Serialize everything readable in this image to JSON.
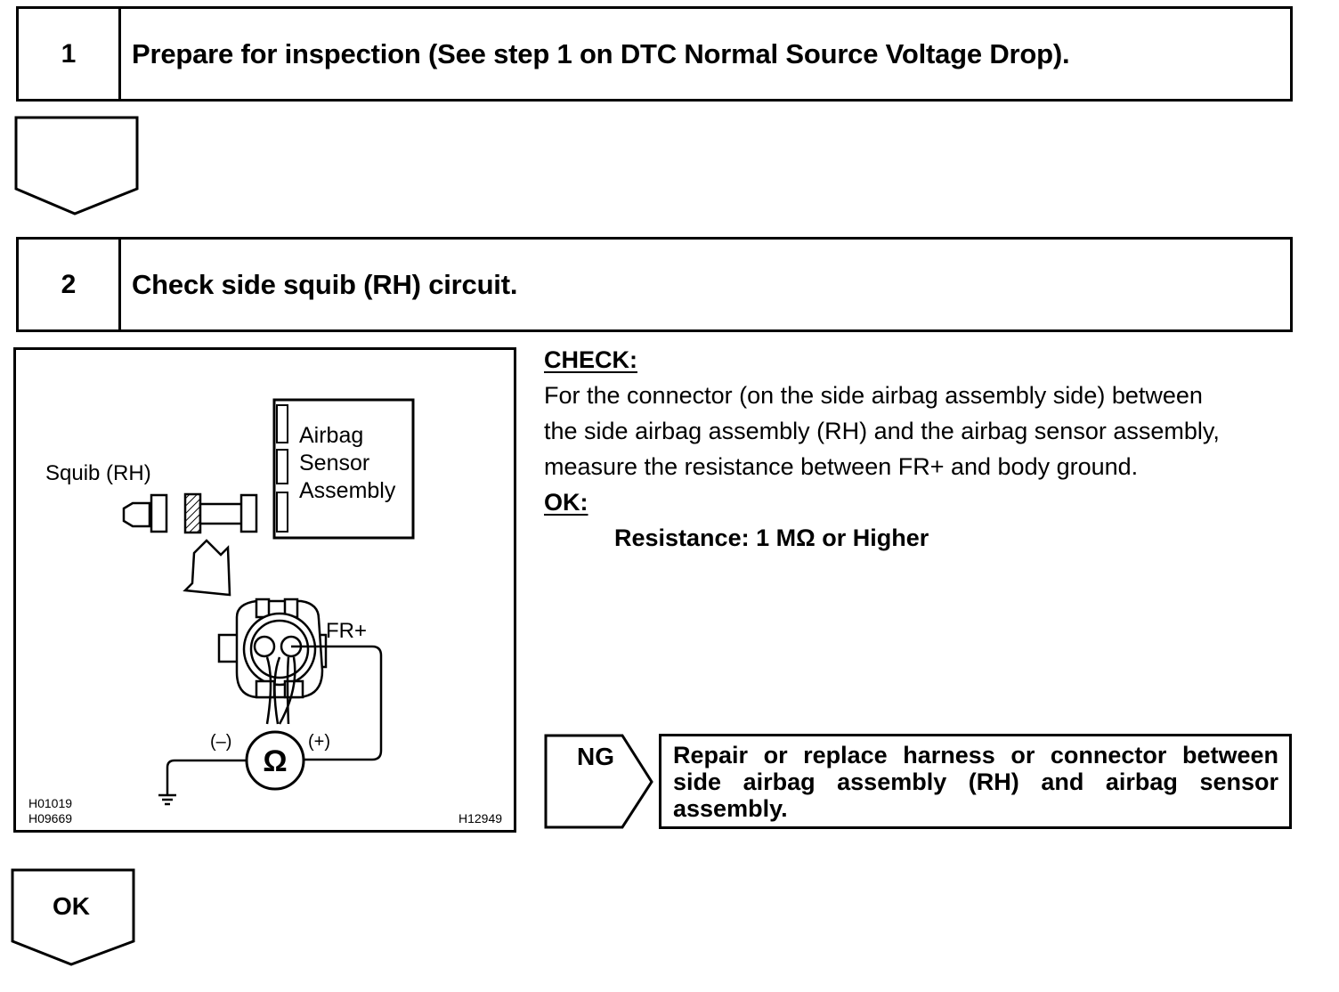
{
  "steps": [
    {
      "number": "1",
      "title": "Prepare for inspection (See step 1 on DTC Normal Source Voltage Drop)."
    },
    {
      "number": "2",
      "title": "Check side squib (RH) circuit."
    }
  ],
  "diagram": {
    "squib_label": "Squib (RH)",
    "sensor_label_1": "Airbag",
    "sensor_label_2": "Sensor",
    "sensor_label_3": "Assembly",
    "terminal_label": "FR+",
    "minus_label": "(–)",
    "plus_label": "(+)",
    "ohm_symbol": "Ω",
    "code_1": "H01019",
    "code_2": "H09669",
    "code_3": "H12949"
  },
  "check": {
    "heading": "CHECK:",
    "line_1": "For the connector (on the side airbag assembly side) between",
    "line_2": "the side airbag assembly (RH) and the airbag sensor assembly,",
    "line_3": "measure the resistance between FR+ and body ground.",
    "ok_heading": "OK:",
    "ok_value": "Resistance: 1 MΩ or Higher"
  },
  "ng": {
    "label": "NG",
    "action": "Repair or replace harness or connector between side airbag assembly (RH) and airbag sensor assembly."
  },
  "ok_result": {
    "label": "OK"
  }
}
